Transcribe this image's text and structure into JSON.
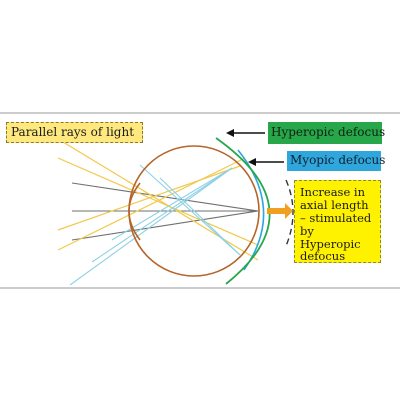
{
  "labels": {
    "parallel_rays": "Parallel rays of light",
    "hyperopic_defocus": "Hyperopic defocus",
    "myopic_defocus": "Myopic defocus",
    "axial_length": "Increase in axial length – stimulated by Hyperopic defocus"
  },
  "colors": {
    "eye_outline": "#b5652a",
    "gray_ray": "#6f6f6f",
    "yellow_ray": "#f2c94c",
    "blue_ray": "#8ed1e6",
    "hyperopic": "#27a74a",
    "myopic": "#2fa7dc",
    "axial_box": "#fff200",
    "arrow_orange": "#f0a020"
  },
  "icons": {
    "hyper_arrow": "left-arrow-icon",
    "myopic_arrow": "left-arrow-icon",
    "growth_arrow": "right-arrow-icon"
  }
}
